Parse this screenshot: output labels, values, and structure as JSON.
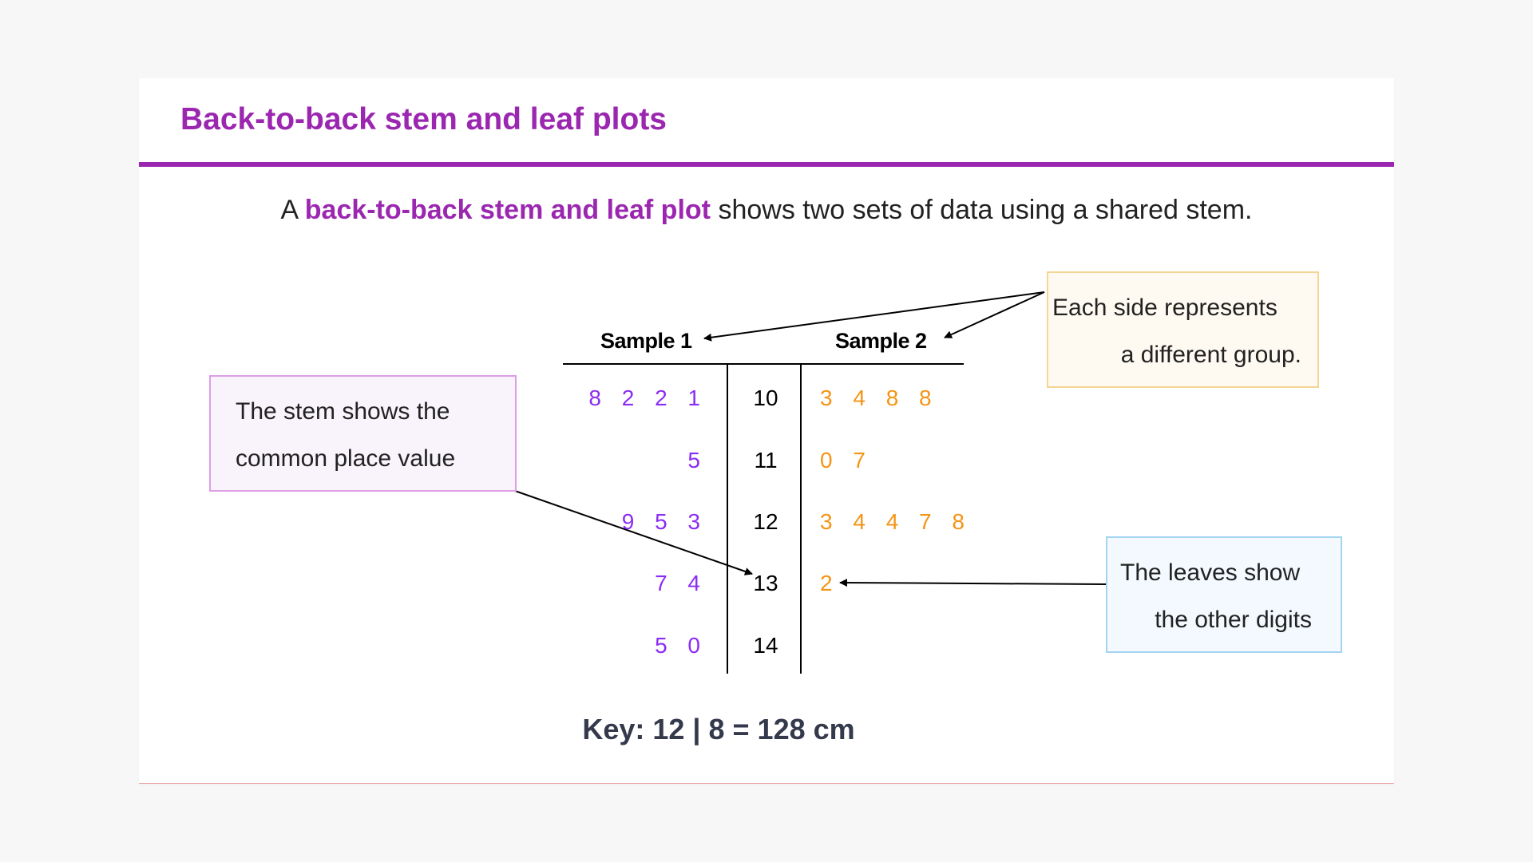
{
  "title": "Back-to-back stem and leaf plots",
  "intro": {
    "prefix": "A ",
    "highlight": "back-to-back stem and leaf plot",
    "suffix": " shows two sets of data using a shared stem."
  },
  "chart_data": {
    "type": "table",
    "left_label": "Sample 1",
    "right_label": "Sample 2",
    "rows": [
      {
        "left": "8 2 2 1",
        "stem": "10",
        "right": "3 4 8 8"
      },
      {
        "left": "5",
        "stem": "11",
        "right": "0 7"
      },
      {
        "left": "9 5 3",
        "stem": "12",
        "right": "3 4 4 7 8"
      },
      {
        "left": "7 4",
        "stem": "13",
        "right": "2"
      },
      {
        "left": "5 0",
        "stem": "14",
        "right": ""
      }
    ],
    "key": "Key: 12 | 8 = 128 cm"
  },
  "callouts": {
    "stem": {
      "line1": "The stem shows the",
      "line2": "common place value"
    },
    "sides": {
      "line1": "Each side represents",
      "line2": "a different group."
    },
    "leaves": {
      "line1": "The leaves show",
      "line2": "the other digits"
    }
  },
  "colors": {
    "accent": "#9b27b0",
    "sample1": "#8b2cf5",
    "sample2": "#f59414",
    "stem_box_border": "#dd9ee6",
    "side_box_border": "#f6d594",
    "leaves_box_border": "#a3d4f2"
  }
}
